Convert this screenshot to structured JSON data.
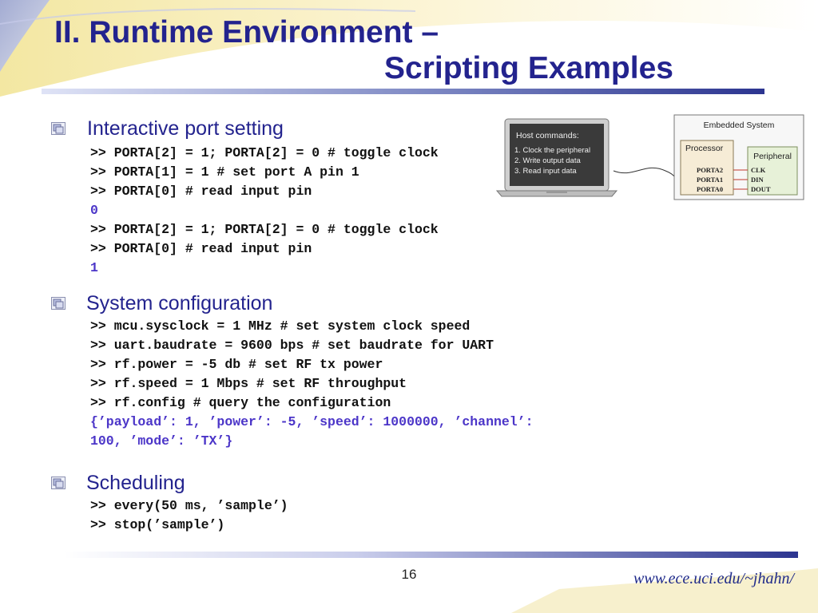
{
  "slide": {
    "title_line1": "II. Runtime Environment –",
    "title_line2": "Scripting Examples",
    "page_number": "16",
    "url": "www.ece.uci.edu/~jhahn/"
  },
  "sections": {
    "port": {
      "heading": "Interactive port setting",
      "lines": [
        ">> PORTA[2] = 1; PORTA[2] = 0 # toggle clock",
        ">> PORTA[1] = 1 # set port A pin 1",
        ">> PORTA[0] # read input pin",
        "0",
        ">> PORTA[2] = 1; PORTA[2] = 0 # toggle clock",
        ">> PORTA[0] # read input pin",
        "1"
      ]
    },
    "sysconf": {
      "heading": "System configuration",
      "lines": [
        ">> mcu.sysclock = 1 MHz # set system clock speed",
        ">> uart.baudrate = 9600 bps # set baudrate for UART",
        ">> rf.power = -5 db # set RF tx power",
        ">> rf.speed = 1 Mbps # set RF throughput",
        ">> rf.config # query the configuration",
        "{’payload’: 1, ’power’: -5, ’speed’: 1000000, ’channel’:",
        "100, ’mode’: ’TX’}"
      ]
    },
    "sched": {
      "heading": "Scheduling",
      "lines": [
        ">> every(50 ms, ’sample’)",
        ">> stop(’sample’)"
      ]
    }
  },
  "diagram": {
    "laptop_title": "Host commands:",
    "laptop_items": [
      "1. Clock the peripheral",
      "2. Write output data",
      "3. Read input data"
    ],
    "system_title": "Embedded System",
    "processor_label": "Processor",
    "peripheral_label": "Peripheral",
    "processor_ports": [
      "PORTA2",
      "PORTA1",
      "PORTA0"
    ],
    "peripheral_pins": [
      "CLK",
      "DIN",
      "DOUT"
    ]
  },
  "colors": {
    "title": "#23238e",
    "output_text": "#4b35c8",
    "accent_bar": "#2c3590"
  }
}
